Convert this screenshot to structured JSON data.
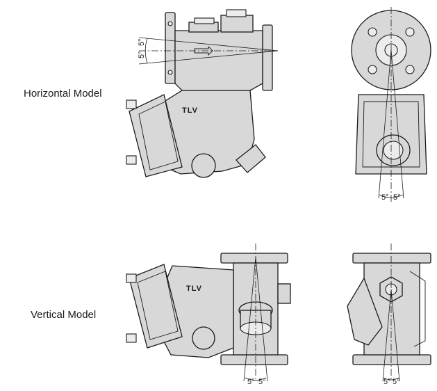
{
  "labels": {
    "horizontal": "Horizontal Model",
    "vertical": "Vertical Model"
  },
  "brand": "TLV",
  "angles": {
    "horizontal_side_up": "5°",
    "horizontal_side_down": "5°",
    "horizontal_front_left": "5°",
    "horizontal_front_right": "5°",
    "vertical_side_left": "5°",
    "vertical_side_right": "5°",
    "vertical_front_left": "5°",
    "vertical_front_right": "5°"
  }
}
